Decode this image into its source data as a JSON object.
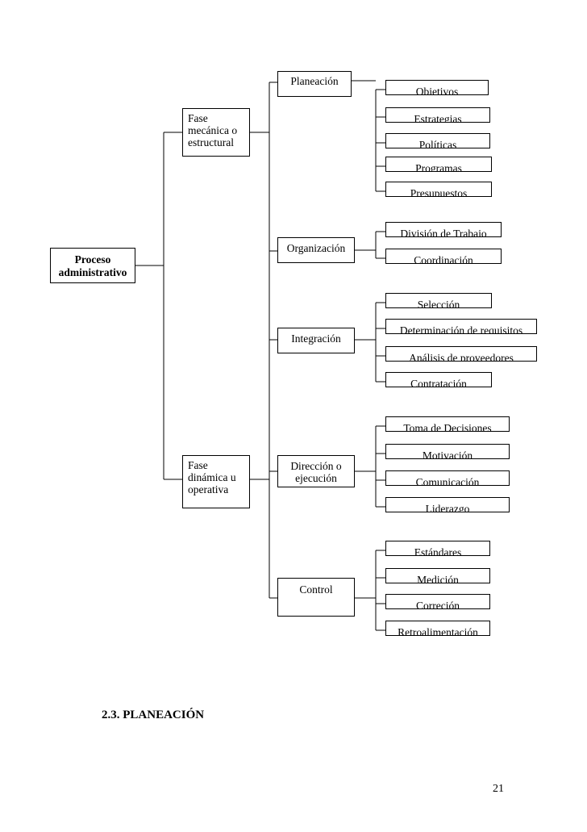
{
  "diagram": {
    "root": [
      "Proceso",
      "administrativo"
    ],
    "phases": [
      [
        "Fase",
        "mecánica o",
        "estructural"
      ],
      [
        "Fase",
        "dinámica u",
        "operativa"
      ]
    ],
    "stages": {
      "planeacion": "Planeación",
      "organizacion": "Organización",
      "integracion": "Integración",
      "direccion": [
        "Dirección o",
        "ejecución"
      ],
      "control": "Control"
    },
    "leaves": {
      "planeacion": [
        "Objetivos",
        "Estrategias",
        "Políticas",
        "Programas",
        "Presupuestos"
      ],
      "organizacion": [
        "División de Trabajo",
        "Coordinación"
      ],
      "integracion": [
        "Selección",
        "Determinación de requisitos",
        "Análisis de proveedores",
        "Contratación"
      ],
      "direccion": [
        "Toma de Decisiones",
        "Motivación",
        "Comunicación",
        "Liderazgo"
      ],
      "control": [
        "Estándares",
        "Medición",
        "Correción",
        "Retroalimentación"
      ]
    }
  },
  "section_heading": "2.3. PLANEACIÓN",
  "page_number": "21"
}
